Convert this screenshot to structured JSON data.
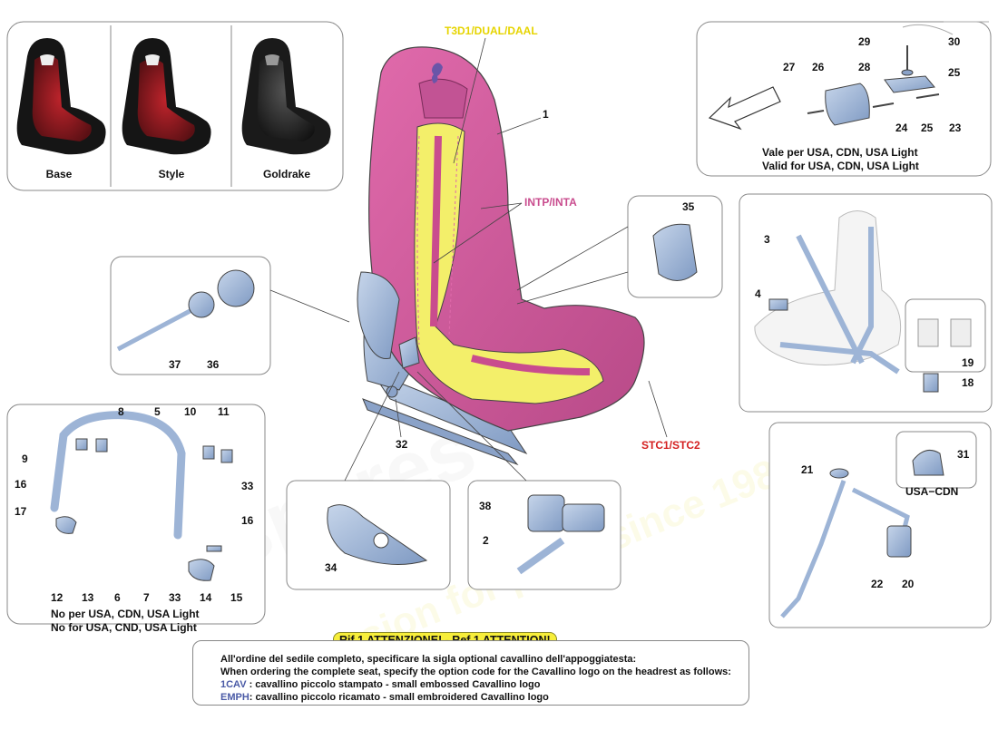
{
  "variants": [
    {
      "label": "Base"
    },
    {
      "label": "Style"
    },
    {
      "label": "Goldrake"
    }
  ],
  "option_codes": {
    "headrest": "T3D1/DUAL/DAAL",
    "inner": "INTP/INTA",
    "stitching": "STC1/STC2"
  },
  "callouts": {
    "seat": "1",
    "rail_buckle": "2",
    "harness": "3",
    "harness_clip": "4",
    "roll_bar": "5",
    "c6": "6",
    "c7": "7",
    "c8": "8",
    "c9": "9",
    "c10": "10",
    "c11": "11",
    "c12": "12",
    "c13": "13",
    "c14": "14",
    "c15": "15",
    "c16a": "16",
    "c16b": "16",
    "c17": "17",
    "c18": "18",
    "c19": "19",
    "c20": "20",
    "c21": "21",
    "c22": "22",
    "c23": "23",
    "c24": "24",
    "c25a": "25",
    "c25b": "25",
    "c26": "26",
    "c27": "27",
    "c28": "28",
    "c29": "29",
    "c30": "30",
    "c31": "31",
    "c32": "32",
    "c33a": "33",
    "c33b": "33",
    "c34": "34",
    "c35": "35",
    "c36": "36",
    "c37": "37",
    "c38": "38"
  },
  "captions": {
    "usa_only_it": "Vale per USA, CDN, USA Light",
    "usa_only_en": "Valid for USA, CDN, USA Light",
    "not_usa_it": "No per USA, CDN, USA Light",
    "not_usa_en": "No for USA, CND, USA Light",
    "usa_cdn": "USA−CDN"
  },
  "note": {
    "heading": "Rif.1 ATTENZIONE! - Ref.1 ATTENTION!",
    "line1": "All'ordine del sedile completo, specificare la sigla optional cavallino dell'appoggiatesta:",
    "line2": "When ordering the complete seat, specify the option code for the Cavallino logo on the headrest as follows:",
    "code1": "1CAV",
    "text1": " : cavallino piccolo stampato - small embossed Cavallino logo",
    "code2": "EMPH",
    "text2": ": cavallino piccolo ricamato - small embroidered Cavallino logo"
  },
  "colors": {
    "seat_shell": "#d95aa0",
    "seat_insert": "#f3ef6a",
    "part_blue": "#9db4d6",
    "outline": "#444444",
    "highlight": "#f7ee3a"
  }
}
